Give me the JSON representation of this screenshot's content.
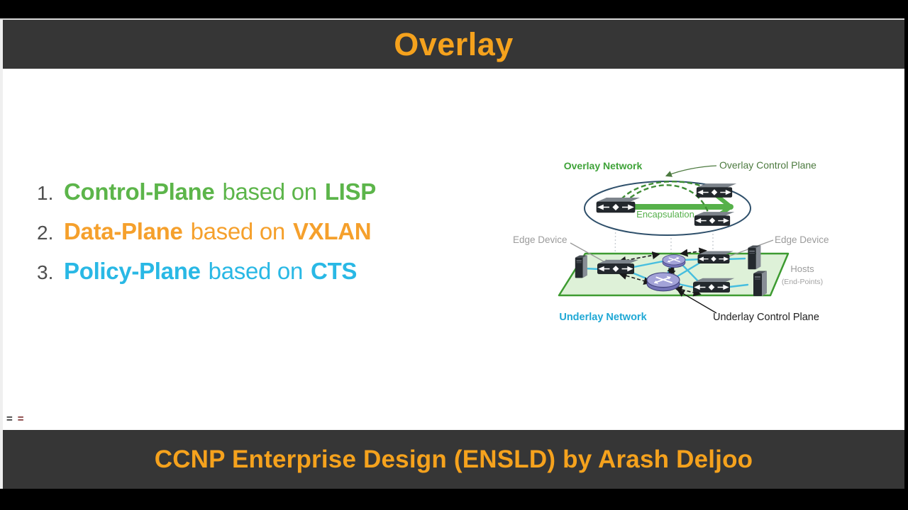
{
  "colors": {
    "accent_orange": "#F5A21D",
    "header_bg": "#363636",
    "list_number_gray": "#4F4F4F",
    "overlay_label_green": "#3FA339",
    "overlay_control_green": "#4C7A3F",
    "encapsulation_green": "#55B04B",
    "label_gray": "#9B9B9B",
    "endpoints_gray": "#A3A3A3",
    "underlay_label_cyan": "#1FA8D5",
    "underlay_control_black": "#1E1E1E",
    "tunnel_green": "#56B14A",
    "link_cyan": "#46BEDF",
    "plane_fill": "#DEF1D8",
    "plane_border": "#3D9B31",
    "mark_dark": "#303030",
    "mark_red": "#7C2F2F"
  },
  "header": {
    "title": "Overlay"
  },
  "list": {
    "items": [
      {
        "number": "1.",
        "term": "Control-Plane",
        "connector": "based on",
        "tech": "LISP",
        "color": "#5CB54A"
      },
      {
        "number": "2.",
        "term": "Data-Plane",
        "connector": "based on",
        "tech": "VXLAN",
        "color": "#F5A02C"
      },
      {
        "number": "3.",
        "term": "Policy-Plane",
        "connector": "based on",
        "tech": "CTS",
        "color": "#29B8E5"
      }
    ]
  },
  "diagram": {
    "labels": {
      "overlay_network": "Overlay Network",
      "overlay_control_plane": "Overlay Control Plane",
      "encapsulation": "Encapsulation",
      "edge_device_left": "Edge Device",
      "edge_device_right": "Edge Device",
      "hosts": "Hosts",
      "end_points": "(End-Points)",
      "underlay_network": "Underlay Network",
      "underlay_control_plane": "Underlay Control Plane"
    }
  },
  "footer": {
    "text": "CCNP Enterprise Design (ENSLD) by Arash Deljoo"
  },
  "annotation": {
    "mark_left": "=",
    "mark_right": "="
  }
}
